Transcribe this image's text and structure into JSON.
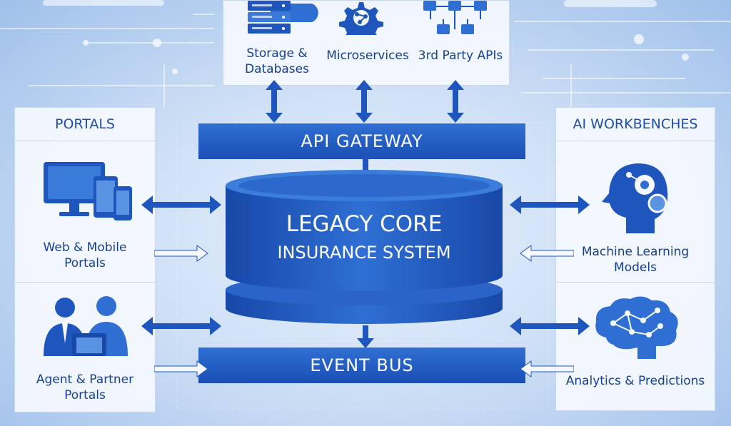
{
  "top": {
    "storage_line1": "Storage &",
    "storage_line2": "Databases",
    "microservices": "Microservices",
    "third_party": "3rd Party APIs"
  },
  "left": {
    "title": "PORTALS",
    "web_line1": "Web & Mobile",
    "web_line2": "Portals",
    "agent_line1": "Agent & Partner",
    "agent_line2": "Portals"
  },
  "right": {
    "title": "AI WORKBENCHES",
    "ml_line1": "Machine Learning",
    "ml_line2": "Models",
    "analytics": "Analytics & Predictions"
  },
  "center": {
    "api_gateway": "API GATEWAY",
    "core_line1": "LEGACY CORE",
    "core_line2": "INSURANCE SYSTEM",
    "event_bus": "EVENT BUS"
  },
  "colors": {
    "primary": "#1f56bd",
    "panel": "#f5f9ff",
    "text": "#173f8f"
  }
}
